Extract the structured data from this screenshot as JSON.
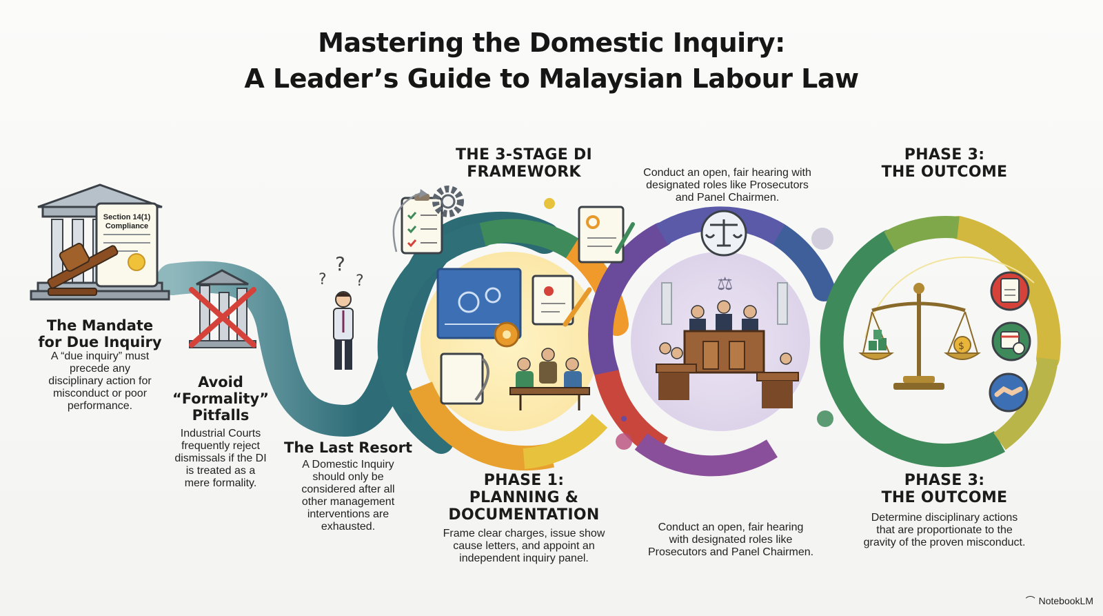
{
  "title": {
    "line1": "Mastering the Domestic Inquiry:",
    "line2": "A Leader’s Guide to Malaysian Labour Law"
  },
  "mandate": {
    "badge_line1": "Section 14(1)",
    "badge_line2": "Compliance",
    "heading_line1": "The Mandate",
    "heading_line2": "for Due Inquiry",
    "body": [
      "A “due inquiry” must",
      "precede any",
      "disciplinary action for",
      "misconduct or poor",
      "performance."
    ]
  },
  "pitfalls": {
    "heading_line1": "Avoid",
    "heading_line2": "“Formality”",
    "heading_line3": "Pitfalls",
    "body": [
      "Industrial Courts",
      "frequently reject",
      "dismissals if the DI",
      "is treated as a",
      "mere formality."
    ]
  },
  "last_resort": {
    "heading": "The Last Resort",
    "body": [
      "A Domestic Inquiry",
      "should only be",
      "considered after all",
      "other management",
      "interventions are",
      "exhausted."
    ]
  },
  "framework": {
    "heading_line1": "THE 3-STAGE DI",
    "heading_line2": "FRAMEWORK"
  },
  "phase1": {
    "heading_line1": "PHASE 1:",
    "heading_line2": "PLANNING &",
    "heading_line3": "DOCUMENTATION",
    "body": [
      "Frame clear charges, issue show",
      "cause letters, and appoint an",
      "independent inquiry panel."
    ]
  },
  "phase2": {
    "top_body": [
      "Conduct an open, fair hearing with",
      "designated roles like Prosecutors",
      "and Panel Chairmen."
    ],
    "bottom_body": [
      "Conduct an open, fair hearing",
      "with designated roles like",
      "Prosecutors and Panel Chairmen."
    ]
  },
  "phase3": {
    "top_heading_line1": "PHASE 3:",
    "top_heading_line2": "THE OUTCOME",
    "heading_line1": "PHASE 3:",
    "heading_line2": "THE OUTCOME",
    "body": [
      "Determine disciplinary actions",
      "that are proportionate to the",
      "gravity of the proven misconduct."
    ]
  },
  "brand": "NotebookLM",
  "colors": {
    "teal": "#2e6d78",
    "green": "#3f8a5a",
    "orange": "#e79a2a",
    "yellow": "#e8c13a",
    "red": "#c9463c",
    "purple": "#6a4a9a",
    "navy": "#2f4f87",
    "olive": "#b9b548"
  },
  "icons": [
    "courthouse-icon",
    "gavel-icon",
    "scroll-icon",
    "broken-pillar-icon",
    "confused-person-icon",
    "clipboard-checklist-icon",
    "gear-icon",
    "blueprint-icon",
    "document-pen-icon",
    "meeting-table-icon",
    "scales-icon",
    "courtroom-icon",
    "document-icon",
    "calendar-clock-icon",
    "handshake-icon"
  ]
}
